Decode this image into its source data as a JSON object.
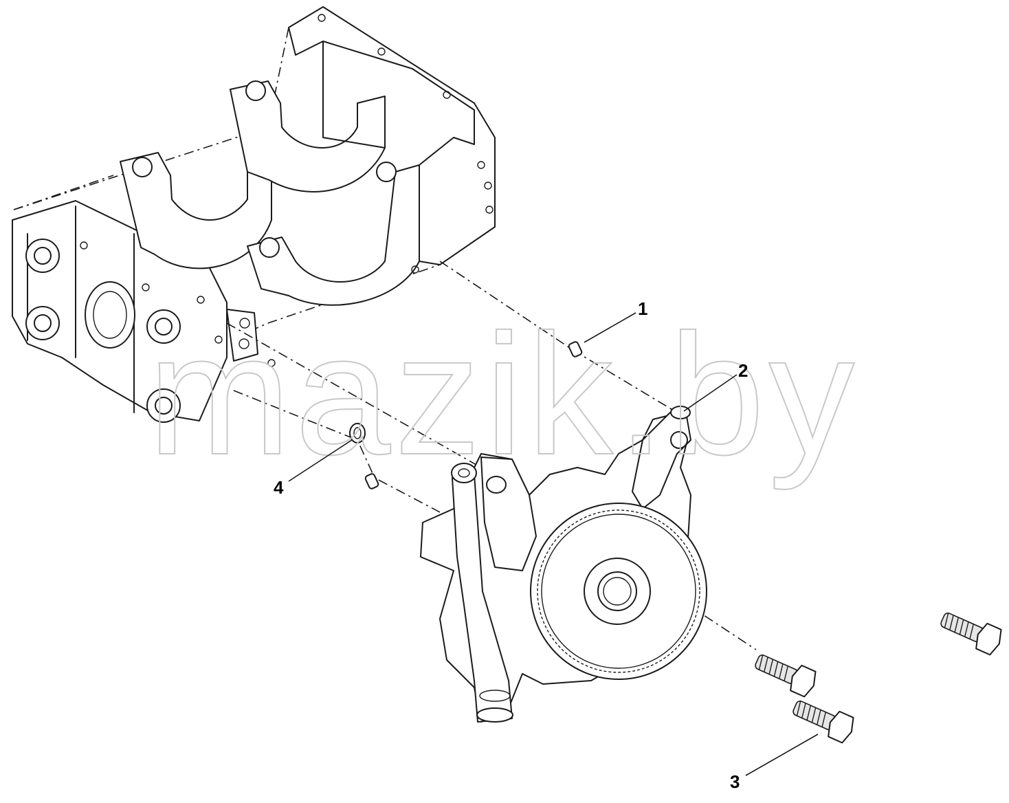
{
  "watermark": "mazik.by",
  "callouts": [
    {
      "id": "callout-1",
      "label": "1"
    },
    {
      "id": "callout-2",
      "label": "2"
    },
    {
      "id": "callout-3",
      "label": "3"
    },
    {
      "id": "callout-4",
      "label": "4"
    }
  ],
  "colors": {
    "line": "#1a1a1a",
    "watermark": "#c8c8c8",
    "background": "#ffffff"
  }
}
